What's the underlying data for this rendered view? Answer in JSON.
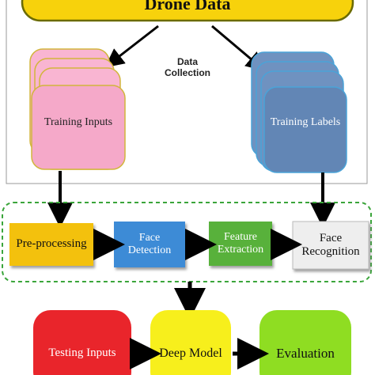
{
  "top_banner": {
    "label": "Drone Data",
    "fill": "#f7d20c",
    "border": "#6b6b00"
  },
  "collection_caption": {
    "line1": "Data",
    "line2": "Collection"
  },
  "training_inputs": {
    "label": "Training Inputs",
    "fill": "#f5a9c9",
    "back_fill": "#f9b5d2",
    "border": "#d2b53c"
  },
  "training_labels": {
    "label": "Training Labels",
    "fill": "#6286b5",
    "back_fill": "#6f92c0",
    "border": "#4aa3d8"
  },
  "pipeline": {
    "border_color": "#3aa53a",
    "steps": [
      {
        "label": "Pre-processing",
        "fill": "#f3c10f"
      },
      {
        "label_line1": "Face",
        "label_line2": "Detection",
        "fill": "#3e8bd6"
      },
      {
        "label_line1": "Feature",
        "label_line2": "Extraction",
        "fill": "#58b13a"
      },
      {
        "label_line1": "Face",
        "label_line2": "Recognition",
        "fill": "#eeeeee"
      }
    ]
  },
  "bottom": [
    {
      "label": "Testing Inputs",
      "fill": "#e9252b"
    },
    {
      "label": "Deep Model",
      "fill": "#f7ef1c"
    },
    {
      "label": "Evaluation",
      "fill": "#8fdd22"
    }
  ]
}
